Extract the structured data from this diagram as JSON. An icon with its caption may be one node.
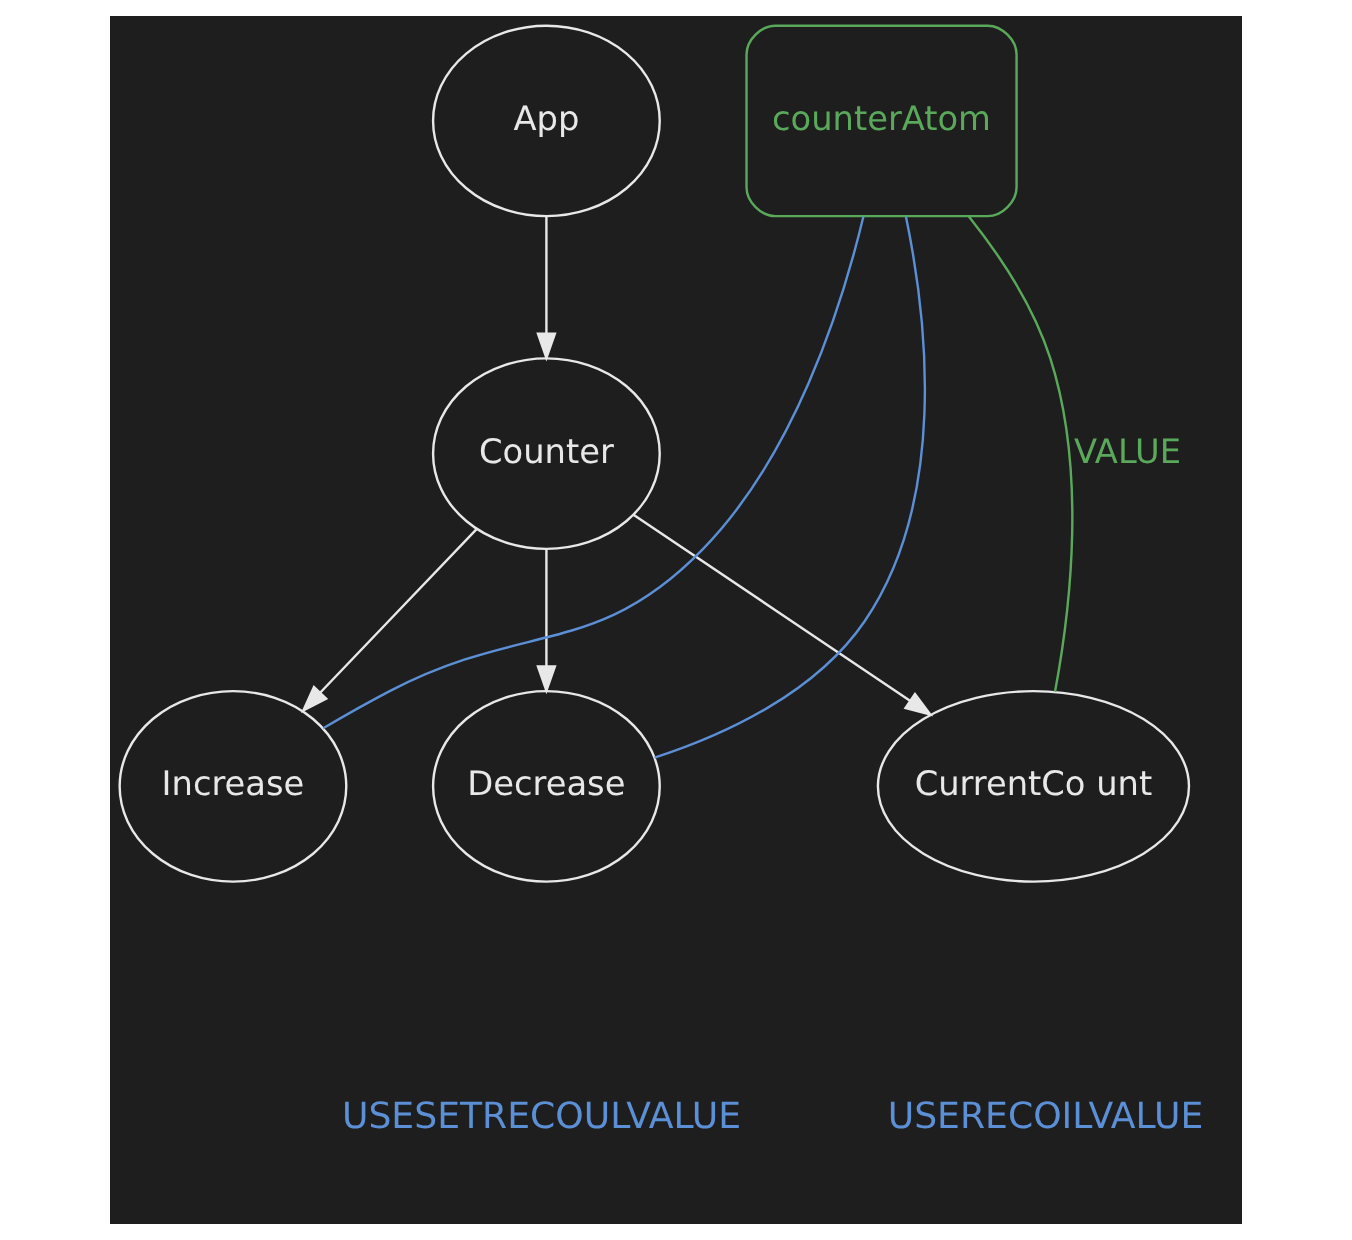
{
  "diagram": {
    "nodes": [
      {
        "text": [
          "App"
        ]
      },
      {
        "text": [
          "Counter"
        ]
      },
      {
        "text": [
          "Increase"
        ]
      },
      {
        "text": [
          "Decrease"
        ]
      },
      {
        "text": [
          "CurrentCo unt"
        ]
      },
      {
        "text": [
          "counterAtom"
        ]
      }
    ],
    "edges": [
      {
        "from": 0,
        "to": 1,
        "arrow": "to"
      },
      {
        "from": 1,
        "to": 2,
        "arrow": "to"
      },
      {
        "from": 1,
        "to": 3,
        "arrow": "to"
      },
      {
        "from": 1,
        "to": 4,
        "arrow": "to"
      },
      {
        "from": 5,
        "to": 2,
        "arrow": "none",
        "color": "#5b8fd6"
      },
      {
        "from": 5,
        "to": 3,
        "arrow": "none",
        "color": "#5b8fd6"
      },
      {
        "from": 5,
        "to": 4,
        "arrow": "none",
        "color": "#5aa95a",
        "label": "VALUE"
      }
    ],
    "labels": [
      "USERECOILVALUE",
      "USESETRECOULVALUE"
    ]
  }
}
